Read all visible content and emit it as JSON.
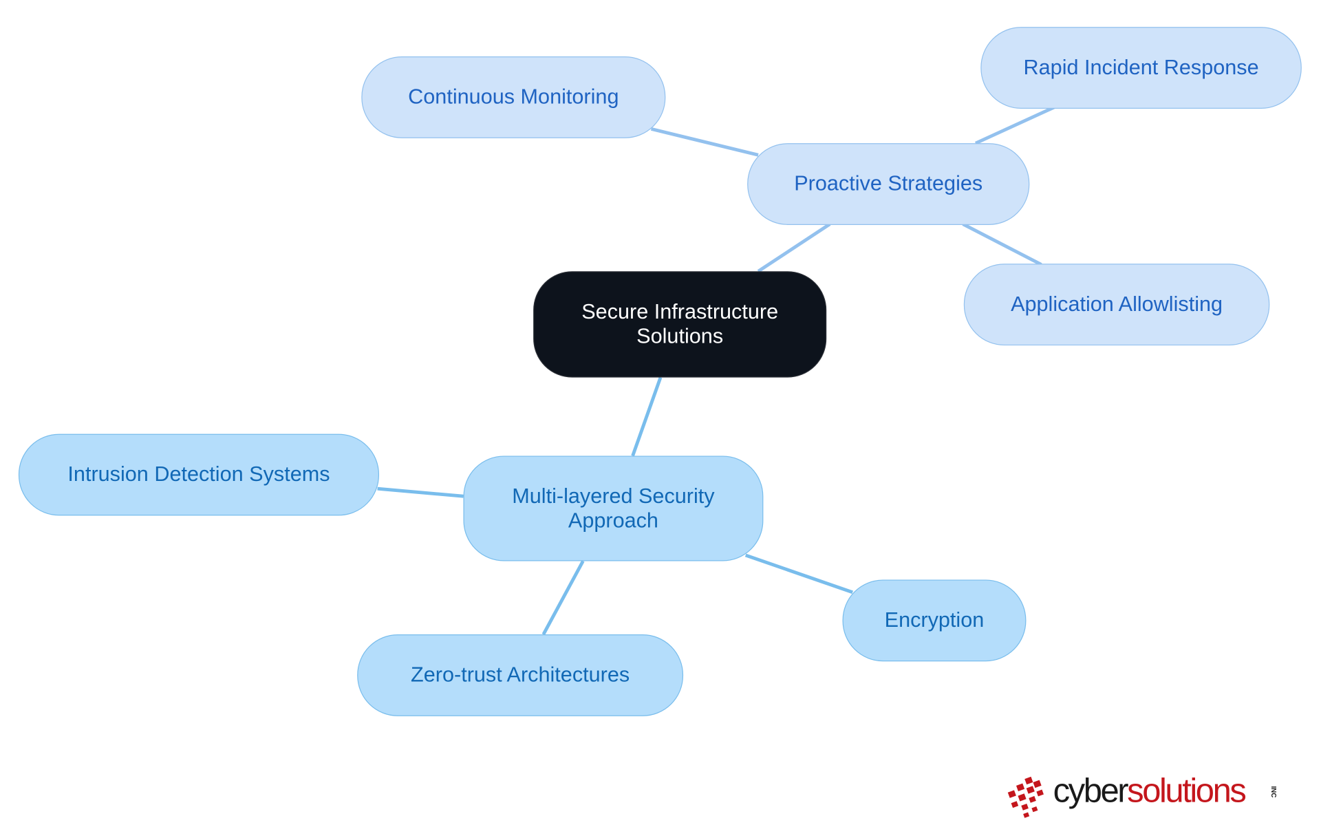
{
  "mindmap": {
    "root": {
      "label": "Secure Infrastructure Solutions"
    },
    "branches": [
      {
        "label": "Proactive Strategies",
        "children": [
          {
            "label": "Continuous Monitoring"
          },
          {
            "label": "Rapid Incident Response"
          },
          {
            "label": "Application Allowlisting"
          }
        ]
      },
      {
        "label": "Multi-layered Security Approach",
        "children": [
          {
            "label": "Intrusion Detection Systems"
          },
          {
            "label": "Zero-trust Architectures"
          },
          {
            "label": "Encryption"
          }
        ]
      }
    ]
  },
  "colors": {
    "root_fill": "#0d131c",
    "branch1_fill": "#cfe3fa",
    "branch2_fill": "#b4ddfb",
    "branch1_edge": "#93c1ee",
    "branch2_edge": "#79bdec",
    "text_blue": "#1f63c2",
    "logo_red": "#c4161c"
  },
  "logo": {
    "text_dark": "cyber",
    "text_red": "solutions",
    "suffix": "INC"
  }
}
